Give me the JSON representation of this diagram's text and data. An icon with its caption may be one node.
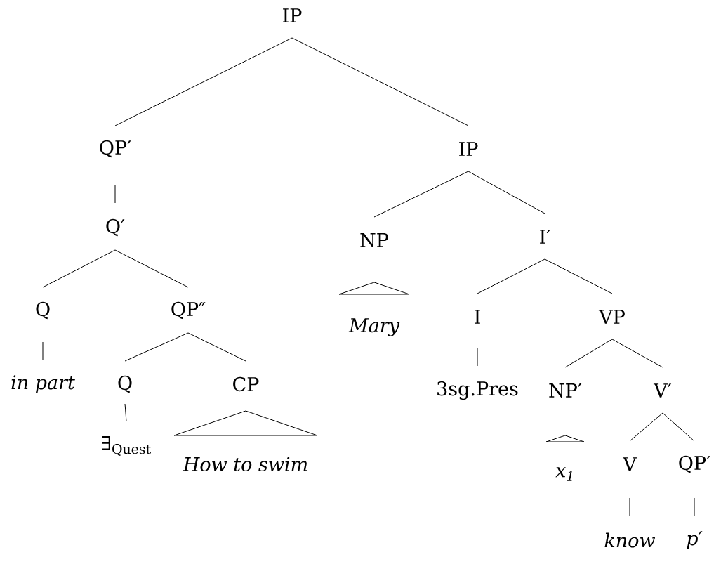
{
  "diagram": {
    "nodes": [
      {
        "text": [
          "IP"
        ]
      },
      {
        "text": [
          "QP′"
        ]
      },
      {
        "text": [
          "Q′"
        ]
      },
      {
        "text": [
          "Q"
        ]
      },
      {
        "text": [
          "in part"
        ]
      },
      {
        "text": [
          "QP″"
        ]
      },
      {
        "text": [
          "Q"
        ]
      },
      {
        "text": [
          "∃$_{Quest}$"
        ]
      },
      {
        "text": [
          "CP"
        ]
      },
      {
        "text": [
          "How to swim"
        ]
      },
      {
        "text": [
          "IP"
        ]
      },
      {
        "text": [
          "NP"
        ]
      },
      {
        "text": [
          "Mary"
        ]
      },
      {
        "text": [
          "I′"
        ]
      },
      {
        "text": [
          "I"
        ]
      },
      {
        "text": [
          "3sg.Pres"
        ]
      },
      {
        "text": [
          "VP"
        ]
      },
      {
        "text": [
          "NP′"
        ]
      },
      {
        "text": [
          "x$_{1}$"
        ]
      },
      {
        "text": [
          "V′"
        ]
      },
      {
        "text": [
          "V"
        ]
      },
      {
        "text": [
          "QP′"
        ]
      },
      {
        "text": [
          "know"
        ]
      },
      {
        "text": [
          "p′"
        ]
      }
    ],
    "edges": [
      {
        "from": 0,
        "to": 1,
        "arrow": "none"
      },
      {
        "from": 0,
        "to": 10,
        "arrow": "none"
      },
      {
        "from": 1,
        "to": 2,
        "arrow": "none"
      },
      {
        "from": 2,
        "to": 3,
        "arrow": "none"
      },
      {
        "from": 2,
        "to": 5,
        "arrow": "none"
      },
      {
        "from": 3,
        "to": 4,
        "arrow": "none"
      },
      {
        "from": 5,
        "to": 6,
        "arrow": "none"
      },
      {
        "from": 5,
        "to": 8,
        "arrow": "none"
      },
      {
        "from": 6,
        "to": 7,
        "arrow": "none"
      },
      {
        "from": 8,
        "to": 9,
        "arrow": "none"
      },
      {
        "from": 10,
        "to": 11,
        "arrow": "none"
      },
      {
        "from": 10,
        "to": 13,
        "arrow": "none"
      },
      {
        "from": 11,
        "to": 12,
        "arrow": "none"
      },
      {
        "from": 13,
        "to": 14,
        "arrow": "none"
      },
      {
        "from": 13,
        "to": 16,
        "arrow": "none"
      },
      {
        "from": 14,
        "to": 15,
        "arrow": "none"
      },
      {
        "from": 16,
        "to": 17,
        "arrow": "none"
      },
      {
        "from": 16,
        "to": 19,
        "arrow": "none"
      },
      {
        "from": 17,
        "to": 18,
        "arrow": "none"
      },
      {
        "from": 19,
        "to": 20,
        "arrow": "none"
      },
      {
        "from": 19,
        "to": 21,
        "arrow": "none"
      },
      {
        "from": 20,
        "to": 22,
        "arrow": "none"
      },
      {
        "from": 21,
        "to": 23,
        "arrow": "none"
      }
    ]
  }
}
